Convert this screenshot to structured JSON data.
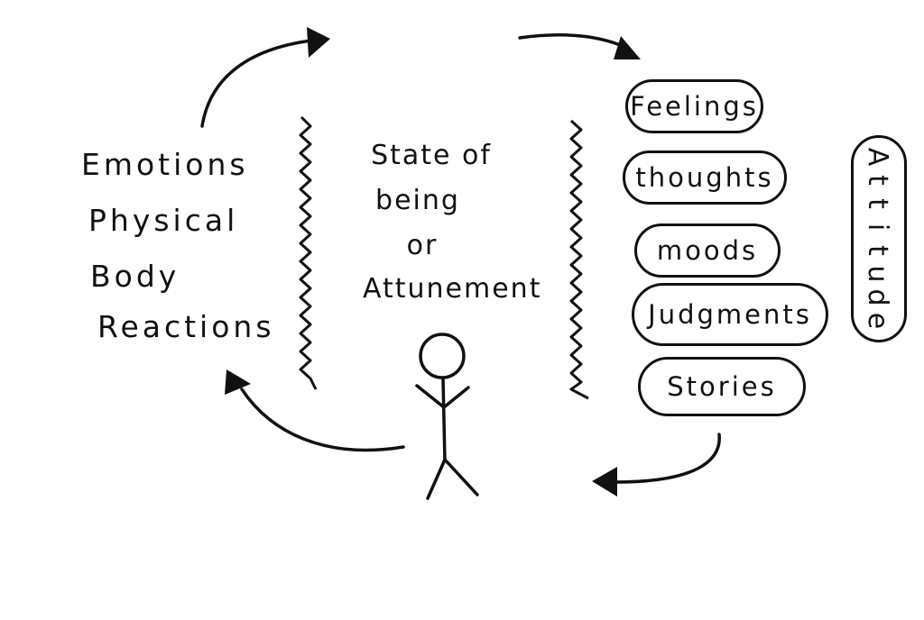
{
  "diagram": {
    "left_labels": [
      "Emotions",
      "Physical",
      "Body",
      "Reactions"
    ],
    "center_labels": [
      "State of",
      "being",
      "or",
      "Attunement"
    ],
    "right_pills": [
      "Feelings",
      "thoughts",
      "moods",
      "Judgments",
      "Stories"
    ],
    "vertical_label": "Attitude"
  },
  "colors": {
    "ink": "#111111",
    "background": "#ffffff"
  },
  "icons": {
    "figure": "stick-figure-icon",
    "arrow": "curved-arrow-icon",
    "divider": "zigzag-divider-icon"
  }
}
